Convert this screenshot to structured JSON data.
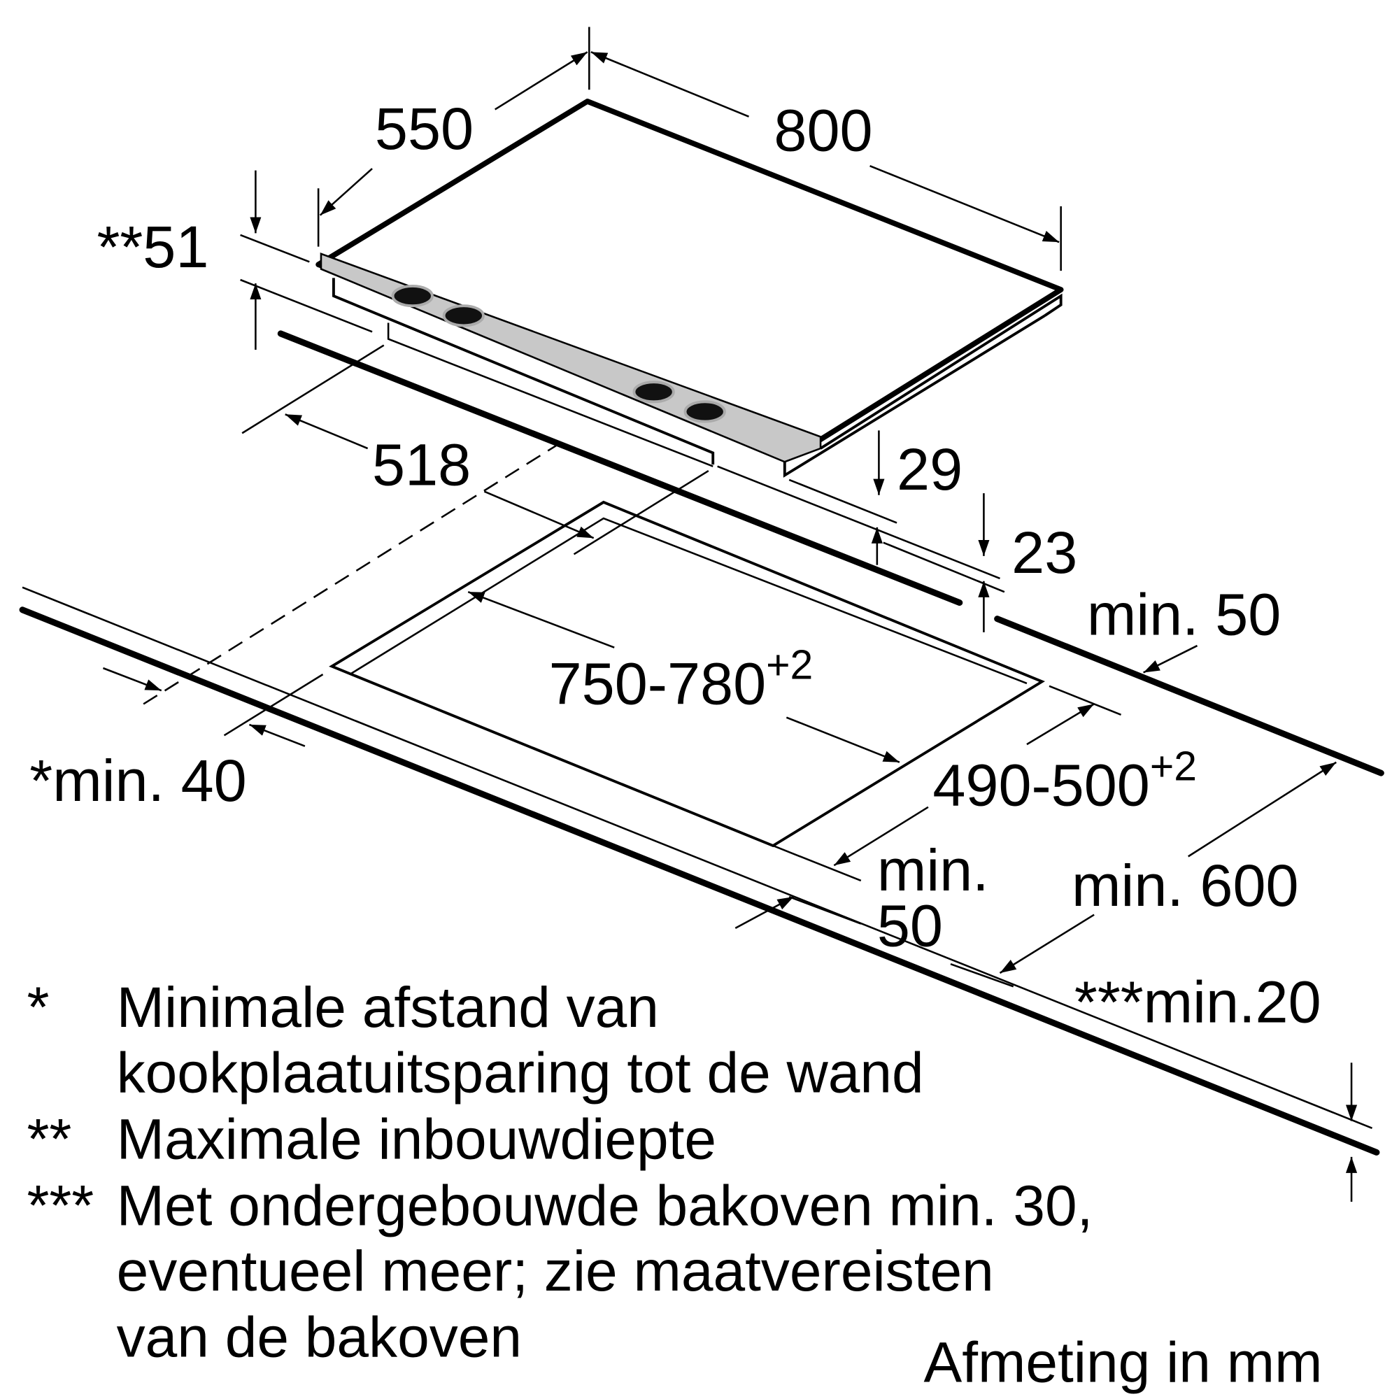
{
  "dimensions": {
    "hob_depth": "550",
    "hob_width": "800",
    "max_depth": "**51",
    "cutout_offset": "518",
    "front_height": "29",
    "lower_height": "23",
    "min_right": "min. 50",
    "cutout_width": "750-780",
    "cutout_width_tol": "+2",
    "cutout_depth": "490-500",
    "cutout_depth_tol": "+2",
    "min_wall": "*min. 40",
    "min_front_1": "min.",
    "min_front_2": "50",
    "min_worktop": "min. 600",
    "min_thickness": "***min.20"
  },
  "notes": [
    {
      "mark": "*",
      "lines": [
        "Minimale afstand van",
        "kookplaatuitsparing tot de wand"
      ]
    },
    {
      "mark": "**",
      "lines": [
        "Maximale inbouwdiepte"
      ]
    },
    {
      "mark": "***",
      "lines": [
        "Met ondergebouwde bakoven min. 30,",
        "eventueel meer; zie maatvereisten",
        "van de bakoven"
      ]
    }
  ],
  "unit_label": "Afmeting in mm",
  "colors": {
    "line": "#000000",
    "control_strip": "#c8c8c8"
  }
}
